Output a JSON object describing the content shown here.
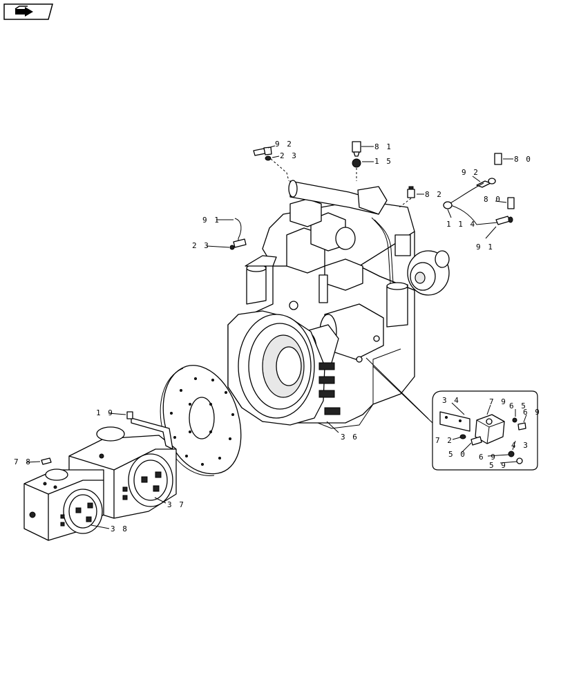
{
  "nav_icon": "return-arrow-icon",
  "callouts": [
    {
      "id": "c92a",
      "text": "9 2"
    },
    {
      "id": "c23a",
      "text": "2 3"
    },
    {
      "id": "c81",
      "text": "8 1"
    },
    {
      "id": "c15",
      "text": "1 5"
    },
    {
      "id": "c80a",
      "text": "8 0"
    },
    {
      "id": "c92b",
      "text": "9 2"
    },
    {
      "id": "c82",
      "text": "8 2"
    },
    {
      "id": "c80b",
      "text": "8 0"
    },
    {
      "id": "c114",
      "text": "1 1 4"
    },
    {
      "id": "c91a",
      "text": "9 1"
    },
    {
      "id": "c23b",
      "text": "2 3"
    },
    {
      "id": "c91b",
      "text": "9 1"
    },
    {
      "id": "c34",
      "text": "3 4"
    },
    {
      "id": "c79",
      "text": "7 9"
    },
    {
      "id": "c65",
      "text": "6 5"
    },
    {
      "id": "c69a",
      "text": "6 9"
    },
    {
      "id": "c72",
      "text": "7 2"
    },
    {
      "id": "c43",
      "text": "4 3"
    },
    {
      "id": "c50",
      "text": "5 0"
    },
    {
      "id": "c69b",
      "text": "6 9"
    },
    {
      "id": "c59",
      "text": "5 9"
    },
    {
      "id": "c36",
      "text": "3 6"
    },
    {
      "id": "c19",
      "text": "1 9"
    },
    {
      "id": "c78",
      "text": "7 8"
    },
    {
      "id": "c37",
      "text": "3 7"
    },
    {
      "id": "c38",
      "text": "3 8"
    }
  ]
}
